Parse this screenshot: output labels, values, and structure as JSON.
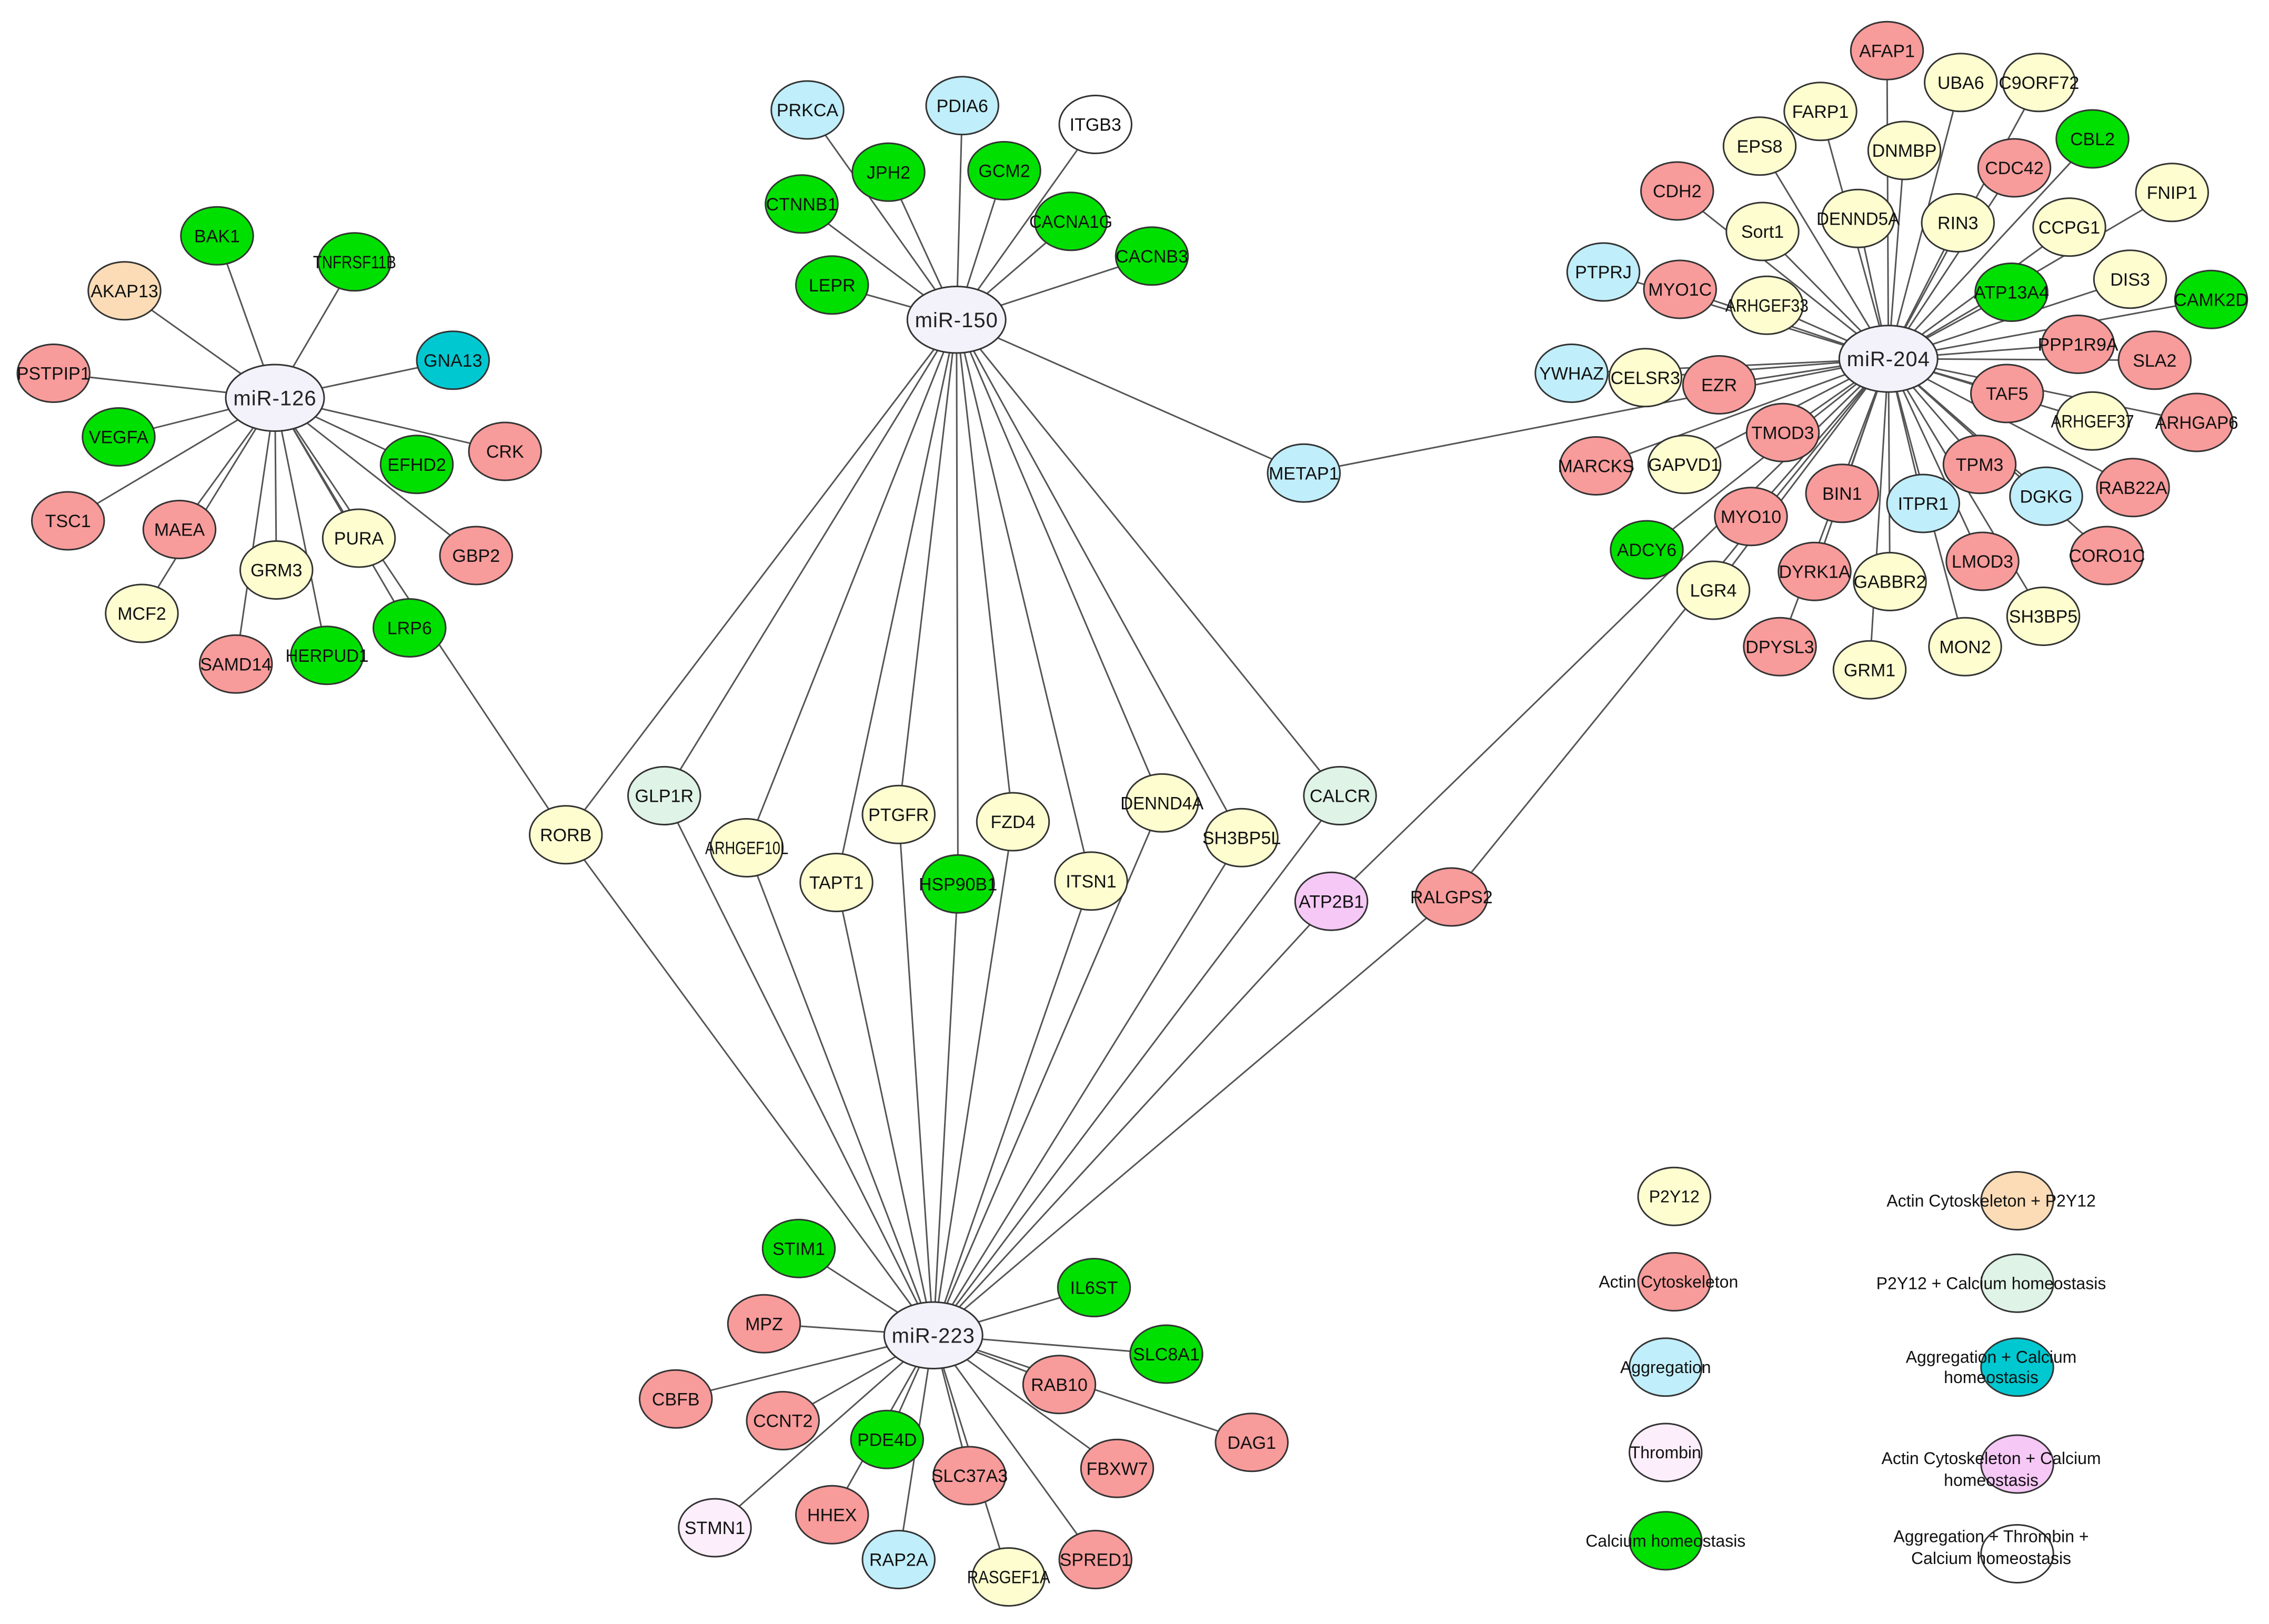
{
  "colors": {
    "p2y12": "#fdfdd0",
    "actin": "#f89b9b",
    "aggregation": "#c0eefa",
    "thrombin": "#fceefb",
    "calcium": "#00e000",
    "actin_p2y12": "#fbdcb6",
    "p2y12_calcium": "#dff3e6",
    "aggregation_calcium": "#00c8d0",
    "actin_calcium": "#f6c8f6",
    "all_three": "#ffffff",
    "mirna": "#f3f1f9"
  },
  "mirnas": [
    {
      "id": "mir126",
      "label": "miR-126"
    },
    {
      "id": "mir150",
      "label": "miR-150"
    },
    {
      "id": "mir204",
      "label": "miR-204"
    },
    {
      "id": "mir223",
      "label": "miR-223"
    }
  ],
  "genes": [
    {
      "label": "BAK1",
      "cat": "calcium"
    },
    {
      "label": "TNFRSF11B",
      "cat": "calcium"
    },
    {
      "label": "AKAP13",
      "cat": "actin_p2y12"
    },
    {
      "label": "GNA13",
      "cat": "aggregation_calcium"
    },
    {
      "label": "PSTPIP1",
      "cat": "actin"
    },
    {
      "label": "VEGFA",
      "cat": "calcium"
    },
    {
      "label": "EFHD2",
      "cat": "calcium"
    },
    {
      "label": "CRK",
      "cat": "actin"
    },
    {
      "label": "TSC1",
      "cat": "actin"
    },
    {
      "label": "MAEA",
      "cat": "actin"
    },
    {
      "label": "PURA",
      "cat": "p2y12"
    },
    {
      "label": "GBP2",
      "cat": "actin"
    },
    {
      "label": "GRM3",
      "cat": "p2y12"
    },
    {
      "label": "MCF2",
      "cat": "p2y12"
    },
    {
      "label": "LRP6",
      "cat": "calcium"
    },
    {
      "label": "SAMD14",
      "cat": "actin"
    },
    {
      "label": "HERPUD1",
      "cat": "calcium"
    },
    {
      "label": "PRKCA",
      "cat": "aggregation"
    },
    {
      "label": "PDIA6",
      "cat": "aggregation"
    },
    {
      "label": "ITGB3",
      "cat": "all_three"
    },
    {
      "label": "JPH2",
      "cat": "calcium"
    },
    {
      "label": "GCM2",
      "cat": "calcium"
    },
    {
      "label": "CTNNB1",
      "cat": "calcium"
    },
    {
      "label": "CACNA1G",
      "cat": "calcium"
    },
    {
      "label": "CACNB3",
      "cat": "calcium"
    },
    {
      "label": "LEPR",
      "cat": "calcium"
    },
    {
      "label": "METAP1",
      "cat": "aggregation"
    },
    {
      "label": "AFAP1",
      "cat": "actin"
    },
    {
      "label": "UBA6",
      "cat": "p2y12"
    },
    {
      "label": "C9ORF72",
      "cat": "p2y12"
    },
    {
      "label": "FARP1",
      "cat": "p2y12"
    },
    {
      "label": "EPS8",
      "cat": "p2y12"
    },
    {
      "label": "DNMBP",
      "cat": "p2y12"
    },
    {
      "label": "CBL2",
      "cat": "calcium"
    },
    {
      "label": "CDC42",
      "cat": "actin"
    },
    {
      "label": "CDH2",
      "cat": "actin"
    },
    {
      "label": "DENND5A",
      "cat": "p2y12"
    },
    {
      "label": "FNIP1",
      "cat": "p2y12"
    },
    {
      "label": "Sort1",
      "cat": "p2y12"
    },
    {
      "label": "RIN3",
      "cat": "p2y12"
    },
    {
      "label": "CCPG1",
      "cat": "p2y12"
    },
    {
      "label": "PTPRJ",
      "cat": "aggregation"
    },
    {
      "label": "MYO1C",
      "cat": "actin"
    },
    {
      "label": "DIS3",
      "cat": "p2y12"
    },
    {
      "label": "ATP13A4",
      "cat": "calcium"
    },
    {
      "label": "CAMK2D",
      "cat": "calcium"
    },
    {
      "label": "ARHGEF33",
      "cat": "p2y12"
    },
    {
      "label": "PPP1R9A",
      "cat": "actin"
    },
    {
      "label": "YWHAZ",
      "cat": "aggregation"
    },
    {
      "label": "CELSR3",
      "cat": "p2y12"
    },
    {
      "label": "EZR",
      "cat": "actin"
    },
    {
      "label": "SLA2",
      "cat": "actin"
    },
    {
      "label": "TAF5",
      "cat": "actin"
    },
    {
      "label": "ARHGEF37",
      "cat": "p2y12"
    },
    {
      "label": "ARHGAP6",
      "cat": "actin"
    },
    {
      "label": "TMOD3",
      "cat": "actin"
    },
    {
      "label": "MARCKS",
      "cat": "actin"
    },
    {
      "label": "GAPVD1",
      "cat": "p2y12"
    },
    {
      "label": "TPM3",
      "cat": "actin"
    },
    {
      "label": "RAB22A",
      "cat": "actin"
    },
    {
      "label": "BIN1",
      "cat": "actin"
    },
    {
      "label": "ITPR1",
      "cat": "aggregation"
    },
    {
      "label": "DGKG",
      "cat": "aggregation"
    },
    {
      "label": "MYO10",
      "cat": "actin"
    },
    {
      "label": "ADCY6",
      "cat": "calcium"
    },
    {
      "label": "LMOD3",
      "cat": "actin"
    },
    {
      "label": "CORO1C",
      "cat": "actin"
    },
    {
      "label": "DYRK1A",
      "cat": "actin"
    },
    {
      "label": "GABBR2",
      "cat": "p2y12"
    },
    {
      "label": "LGR4",
      "cat": "p2y12"
    },
    {
      "label": "SH3BP5",
      "cat": "p2y12"
    },
    {
      "label": "MON2",
      "cat": "p2y12"
    },
    {
      "label": "DPYSL3",
      "cat": "actin"
    },
    {
      "label": "GRM1",
      "cat": "p2y12"
    },
    {
      "label": "GLP1R",
      "cat": "p2y12_calcium"
    },
    {
      "label": "CALCR",
      "cat": "p2y12_calcium"
    },
    {
      "label": "PTGFR",
      "cat": "p2y12"
    },
    {
      "label": "FZD4",
      "cat": "p2y12"
    },
    {
      "label": "DENND4A",
      "cat": "p2y12"
    },
    {
      "label": "RORB",
      "cat": "p2y12"
    },
    {
      "label": "ARHGEF10L",
      "cat": "p2y12"
    },
    {
      "label": "SH3BP5L",
      "cat": "p2y12"
    },
    {
      "label": "TAPT1",
      "cat": "p2y12"
    },
    {
      "label": "HSP90B1",
      "cat": "calcium"
    },
    {
      "label": "ITSN1",
      "cat": "p2y12"
    },
    {
      "label": "ATP2B1",
      "cat": "actin_calcium"
    },
    {
      "label": "RALGPS2",
      "cat": "actin"
    },
    {
      "label": "STIM1",
      "cat": "calcium"
    },
    {
      "label": "IL6ST",
      "cat": "calcium"
    },
    {
      "label": "MPZ",
      "cat": "actin"
    },
    {
      "label": "SLC8A1",
      "cat": "calcium"
    },
    {
      "label": "CBFB",
      "cat": "actin"
    },
    {
      "label": "CCNT2",
      "cat": "actin"
    },
    {
      "label": "RAB10",
      "cat": "actin"
    },
    {
      "label": "DAG1",
      "cat": "actin"
    },
    {
      "label": "PDE4D",
      "cat": "calcium"
    },
    {
      "label": "SLC37A3",
      "cat": "actin"
    },
    {
      "label": "FBXW7",
      "cat": "actin"
    },
    {
      "label": "STMN1",
      "cat": "thrombin"
    },
    {
      "label": "HHEX",
      "cat": "actin"
    },
    {
      "label": "RAP2A",
      "cat": "aggregation"
    },
    {
      "label": "RASGEF1A",
      "cat": "p2y12"
    },
    {
      "label": "SPRED1",
      "cat": "actin"
    }
  ],
  "edges": [
    [
      "miR-126",
      "BAK1"
    ],
    [
      "miR-126",
      "TNFRSF11B"
    ],
    [
      "miR-126",
      "AKAP13"
    ],
    [
      "miR-126",
      "GNA13"
    ],
    [
      "miR-126",
      "PSTPIP1"
    ],
    [
      "miR-126",
      "VEGFA"
    ],
    [
      "miR-126",
      "EFHD2"
    ],
    [
      "miR-126",
      "CRK"
    ],
    [
      "miR-126",
      "TSC1"
    ],
    [
      "miR-126",
      "MAEA"
    ],
    [
      "miR-126",
      "PURA"
    ],
    [
      "miR-126",
      "GBP2"
    ],
    [
      "miR-126",
      "GRM3"
    ],
    [
      "miR-126",
      "MCF2"
    ],
    [
      "miR-126",
      "LRP6"
    ],
    [
      "miR-126",
      "SAMD14"
    ],
    [
      "miR-126",
      "HERPUD1"
    ],
    [
      "miR-126",
      "RORB"
    ],
    [
      "miR-150",
      "PRKCA"
    ],
    [
      "miR-150",
      "PDIA6"
    ],
    [
      "miR-150",
      "ITGB3"
    ],
    [
      "miR-150",
      "JPH2"
    ],
    [
      "miR-150",
      "GCM2"
    ],
    [
      "miR-150",
      "CTNNB1"
    ],
    [
      "miR-150",
      "CACNA1G"
    ],
    [
      "miR-150",
      "CACNB3"
    ],
    [
      "miR-150",
      "LEPR"
    ],
    [
      "miR-150",
      "METAP1"
    ],
    [
      "miR-150",
      "RORB"
    ],
    [
      "miR-150",
      "GLP1R"
    ],
    [
      "miR-150",
      "ARHGEF10L"
    ],
    [
      "miR-150",
      "TAPT1"
    ],
    [
      "miR-150",
      "PTGFR"
    ],
    [
      "miR-150",
      "HSP90B1"
    ],
    [
      "miR-150",
      "FZD4"
    ],
    [
      "miR-150",
      "ITSN1"
    ],
    [
      "miR-150",
      "DENND4A"
    ],
    [
      "miR-150",
      "SH3BP5L"
    ],
    [
      "miR-150",
      "CALCR"
    ],
    [
      "miR-204",
      "METAP1"
    ],
    [
      "miR-204",
      "AFAP1"
    ],
    [
      "miR-204",
      "UBA6"
    ],
    [
      "miR-204",
      "C9ORF72"
    ],
    [
      "miR-204",
      "FARP1"
    ],
    [
      "miR-204",
      "EPS8"
    ],
    [
      "miR-204",
      "DNMBP"
    ],
    [
      "miR-204",
      "CBL2"
    ],
    [
      "miR-204",
      "CDC42"
    ],
    [
      "miR-204",
      "CDH2"
    ],
    [
      "miR-204",
      "DENND5A"
    ],
    [
      "miR-204",
      "FNIP1"
    ],
    [
      "miR-204",
      "Sort1"
    ],
    [
      "miR-204",
      "RIN3"
    ],
    [
      "miR-204",
      "CCPG1"
    ],
    [
      "miR-204",
      "PTPRJ"
    ],
    [
      "miR-204",
      "MYO1C"
    ],
    [
      "miR-204",
      "DIS3"
    ],
    [
      "miR-204",
      "ATP13A4"
    ],
    [
      "miR-204",
      "CAMK2D"
    ],
    [
      "miR-204",
      "ARHGEF33"
    ],
    [
      "miR-204",
      "PPP1R9A"
    ],
    [
      "miR-204",
      "YWHAZ"
    ],
    [
      "miR-204",
      "CELSR3"
    ],
    [
      "miR-204",
      "EZR"
    ],
    [
      "miR-204",
      "SLA2"
    ],
    [
      "miR-204",
      "TAF5"
    ],
    [
      "miR-204",
      "ARHGEF37"
    ],
    [
      "miR-204",
      "ARHGAP6"
    ],
    [
      "miR-204",
      "TMOD3"
    ],
    [
      "miR-204",
      "MARCKS"
    ],
    [
      "miR-204",
      "GAPVD1"
    ],
    [
      "miR-204",
      "TPM3"
    ],
    [
      "miR-204",
      "RAB22A"
    ],
    [
      "miR-204",
      "BIN1"
    ],
    [
      "miR-204",
      "ITPR1"
    ],
    [
      "miR-204",
      "DGKG"
    ],
    [
      "miR-204",
      "MYO10"
    ],
    [
      "miR-204",
      "ADCY6"
    ],
    [
      "miR-204",
      "LMOD3"
    ],
    [
      "miR-204",
      "CORO1C"
    ],
    [
      "miR-204",
      "DYRK1A"
    ],
    [
      "miR-204",
      "GABBR2"
    ],
    [
      "miR-204",
      "LGR4"
    ],
    [
      "miR-204",
      "SH3BP5"
    ],
    [
      "miR-204",
      "MON2"
    ],
    [
      "miR-204",
      "DPYSL3"
    ],
    [
      "miR-204",
      "GRM1"
    ],
    [
      "miR-204",
      "ATP2B1"
    ],
    [
      "miR-204",
      "RALGPS2"
    ],
    [
      "miR-223",
      "RORB"
    ],
    [
      "miR-223",
      "GLP1R"
    ],
    [
      "miR-223",
      "ARHGEF10L"
    ],
    [
      "miR-223",
      "TAPT1"
    ],
    [
      "miR-223",
      "PTGFR"
    ],
    [
      "miR-223",
      "HSP90B1"
    ],
    [
      "miR-223",
      "FZD4"
    ],
    [
      "miR-223",
      "ITSN1"
    ],
    [
      "miR-223",
      "DENND4A"
    ],
    [
      "miR-223",
      "SH3BP5L"
    ],
    [
      "miR-223",
      "CALCR"
    ],
    [
      "miR-223",
      "ATP2B1"
    ],
    [
      "miR-223",
      "RALGPS2"
    ],
    [
      "miR-223",
      "STIM1"
    ],
    [
      "miR-223",
      "IL6ST"
    ],
    [
      "miR-223",
      "MPZ"
    ],
    [
      "miR-223",
      "SLC8A1"
    ],
    [
      "miR-223",
      "CBFB"
    ],
    [
      "miR-223",
      "CCNT2"
    ],
    [
      "miR-223",
      "RAB10"
    ],
    [
      "miR-223",
      "DAG1"
    ],
    [
      "miR-223",
      "PDE4D"
    ],
    [
      "miR-223",
      "SLC37A3"
    ],
    [
      "miR-223",
      "FBXW7"
    ],
    [
      "miR-223",
      "STMN1"
    ],
    [
      "miR-223",
      "HHEX"
    ],
    [
      "miR-223",
      "RAP2A"
    ],
    [
      "miR-223",
      "RASGEF1A"
    ],
    [
      "miR-223",
      "SPRED1"
    ]
  ],
  "legend": [
    {
      "label": "P2Y12",
      "cat": "p2y12"
    },
    {
      "label": "Actin Cytoskeleton",
      "cat": "actin"
    },
    {
      "label": "Aggregation",
      "cat": "aggregation"
    },
    {
      "label": "Thrombin",
      "cat": "thrombin"
    },
    {
      "label": "Calcium homeostasis",
      "cat": "calcium"
    },
    {
      "label": "Actin Cytoskeleton + P2Y12",
      "cat": "actin_p2y12"
    },
    {
      "label": "P2Y12 + Calcium homeostasis",
      "cat": "p2y12_calcium"
    },
    {
      "label": "Aggregation + Calcium homeostasis",
      "cat": "aggregation_calcium"
    },
    {
      "label": "Actin Cytoskeleton + Calcium homeostasis",
      "cat": "actin_calcium"
    },
    {
      "label": "Aggregation + Thrombin + Calcium homeostasis",
      "cat": "all_three"
    }
  ]
}
